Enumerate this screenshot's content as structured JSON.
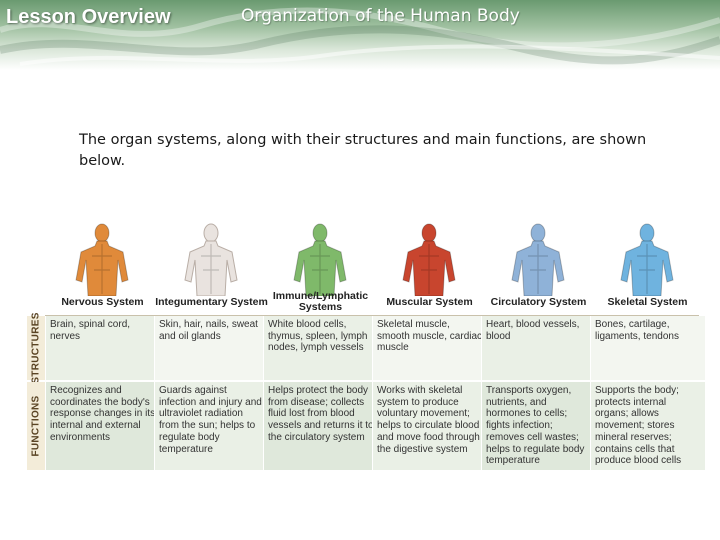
{
  "header": {
    "lesson_tag": "Lesson Overview",
    "title": "Organization of the Human Body"
  },
  "intro_text": "The organ systems, along with their structures and main functions, are shown below.",
  "figure": {
    "row_labels": {
      "structures": "STRUCTURES",
      "functions": "FUNCTIONS"
    },
    "systems": [
      {
        "name": "Nervous System",
        "structures": "Brain, spinal cord, nerves",
        "functions": "Recognizes and coordinates the body's response changes in its internal and external environments",
        "figure_color": "#e08a3a"
      },
      {
        "name": "Integumentary System",
        "structures": "Skin, hair, nails, sweat and oil glands",
        "functions": "Guards against infection and injury and ultraviolet radiation from the sun; helps to regulate body temperature",
        "figure_color": "#e9e3df"
      },
      {
        "name": "Immune/Lymphatic Systems",
        "structures": "White blood cells, thymus, spleen, lymph nodes, lymph vessels",
        "functions": "Helps protect the body from disease; collects fluid lost from blood vessels and returns it to the circulatory system",
        "figure_color": "#7fb96a"
      },
      {
        "name": "Muscular System",
        "structures": "Skeletal muscle, smooth muscle, cardiac muscle",
        "functions": "Works with skeletal system to produce voluntary movement; helps to circulate blood and move food through the digestive system",
        "figure_color": "#c8452e"
      },
      {
        "name": "Circulatory System",
        "structures": "Heart, blood vessels, blood",
        "functions": "Transports oxygen, nutrients, and hormones to cells; fights infection; removes cell wastes; helps to regulate body temperature",
        "figure_color": "#8fb2d8"
      },
      {
        "name": "Skeletal System",
        "structures": "Bones, cartilage, ligaments, tendons",
        "functions": "Supports the body; protects internal organs; allows movement; stores mineral reserves; contains cells that produce blood cells",
        "figure_color": "#6fb3df"
      }
    ]
  }
}
